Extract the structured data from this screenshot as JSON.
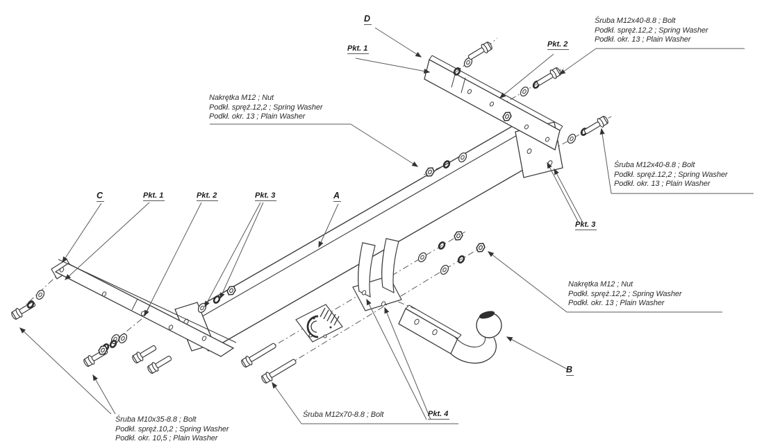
{
  "figure": {
    "kind": "exploded-assembly-technical-drawing",
    "colors": {
      "background": "#ffffff",
      "line_art": "#3b3b3b",
      "leader_lines": "#5a5a5a",
      "text": "#2a2a2a"
    }
  },
  "part_labels": {
    "a": "A",
    "b": "B",
    "c": "C",
    "d": "D"
  },
  "point_labels": {
    "pkt1_top": "Pkt. 1",
    "pkt2_top": "Pkt. 2",
    "pkt1_left": "Pkt. 1",
    "pkt2_left": "Pkt. 2",
    "pkt3_left": "Pkt. 3",
    "pkt3_right": "Pkt. 3",
    "pkt4": "Pkt. 4"
  },
  "callouts": {
    "top_right": {
      "line1": "Śruba M12x40-8.8 ;  Bolt",
      "line2": "Podkł. spręż.12,2 ; Spring Washer",
      "line3": "Podkł. okr. 13 ; Plain Washer"
    },
    "mid_left_nut": {
      "line1": "Nakrętka  M12 ; Nut",
      "line2": "Podkł. spręż.12,2 ; Spring Washer",
      "line3": "Podkł. okr. 13 ; Plain Washer"
    },
    "right_mid": {
      "line1": "Śruba M12x40-8.8 ;  Bolt",
      "line2": "Podkł. spręż.12,2 ; Spring Washer",
      "line3": "Podkł. okr. 13 ; Plain Washer"
    },
    "right_lower_nut": {
      "line1": "Nakrętka  M12 ; Nut",
      "line2": "Podkł. spręż.12,2 ; Spring Washer",
      "line3": "Podkł. okr. 13 ; Plain Washer"
    },
    "bottom_left_bolt": {
      "line1": "Śruba M10x35-8.8 ;  Bolt",
      "line2": "Podkł. spręż.10,2 ; Spring Washer",
      "line3": "Podkł. okr. 10,5 ; Plain Washer"
    },
    "bottom_mid_bolt": {
      "line1": "Śruba M12x70-8.8 ;  Bolt"
    }
  }
}
